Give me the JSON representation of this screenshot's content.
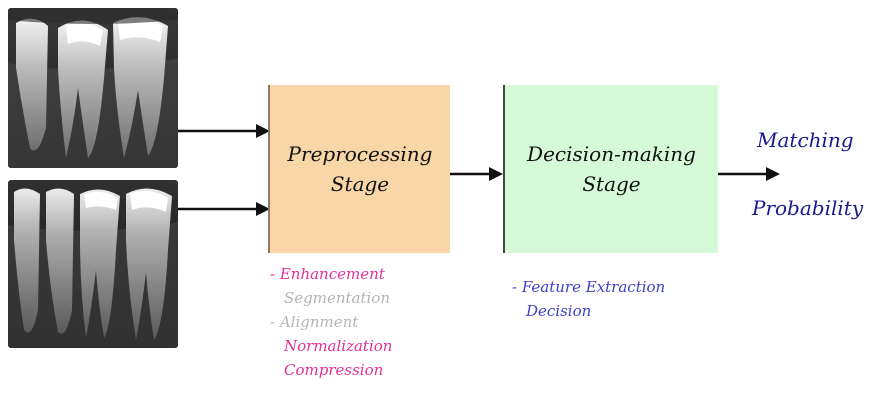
{
  "diagram": {
    "inputs": [
      {
        "name": "dental radiograph 1"
      },
      {
        "name": "dental radiograph 2"
      }
    ],
    "stages": [
      {
        "label_line1": "Preprocessing",
        "label_line2": "Stage",
        "color": "#f9d6a8"
      },
      {
        "label_line1": "Decision-making",
        "label_line2": "Stage",
        "color": "#d6fad8"
      }
    ],
    "output": {
      "line1": "Matching",
      "line2": "Probability",
      "color": "#1a1a8c"
    },
    "preprocessing_steps": [
      {
        "text": "- Enhancement",
        "color": "#e0309a"
      },
      {
        "text": "Segmentation",
        "color": "#b5b5b5"
      },
      {
        "text": "- Alignment",
        "color": "#b5b5b5"
      },
      {
        "text": "Normalization",
        "color": "#e0309a"
      },
      {
        "text": "Compression",
        "color": "#e0309a"
      }
    ],
    "decision_steps": [
      {
        "text": "- Feature Extraction",
        "color": "#4040c8"
      },
      {
        "text": "Decision",
        "color": "#4040c8"
      }
    ]
  }
}
